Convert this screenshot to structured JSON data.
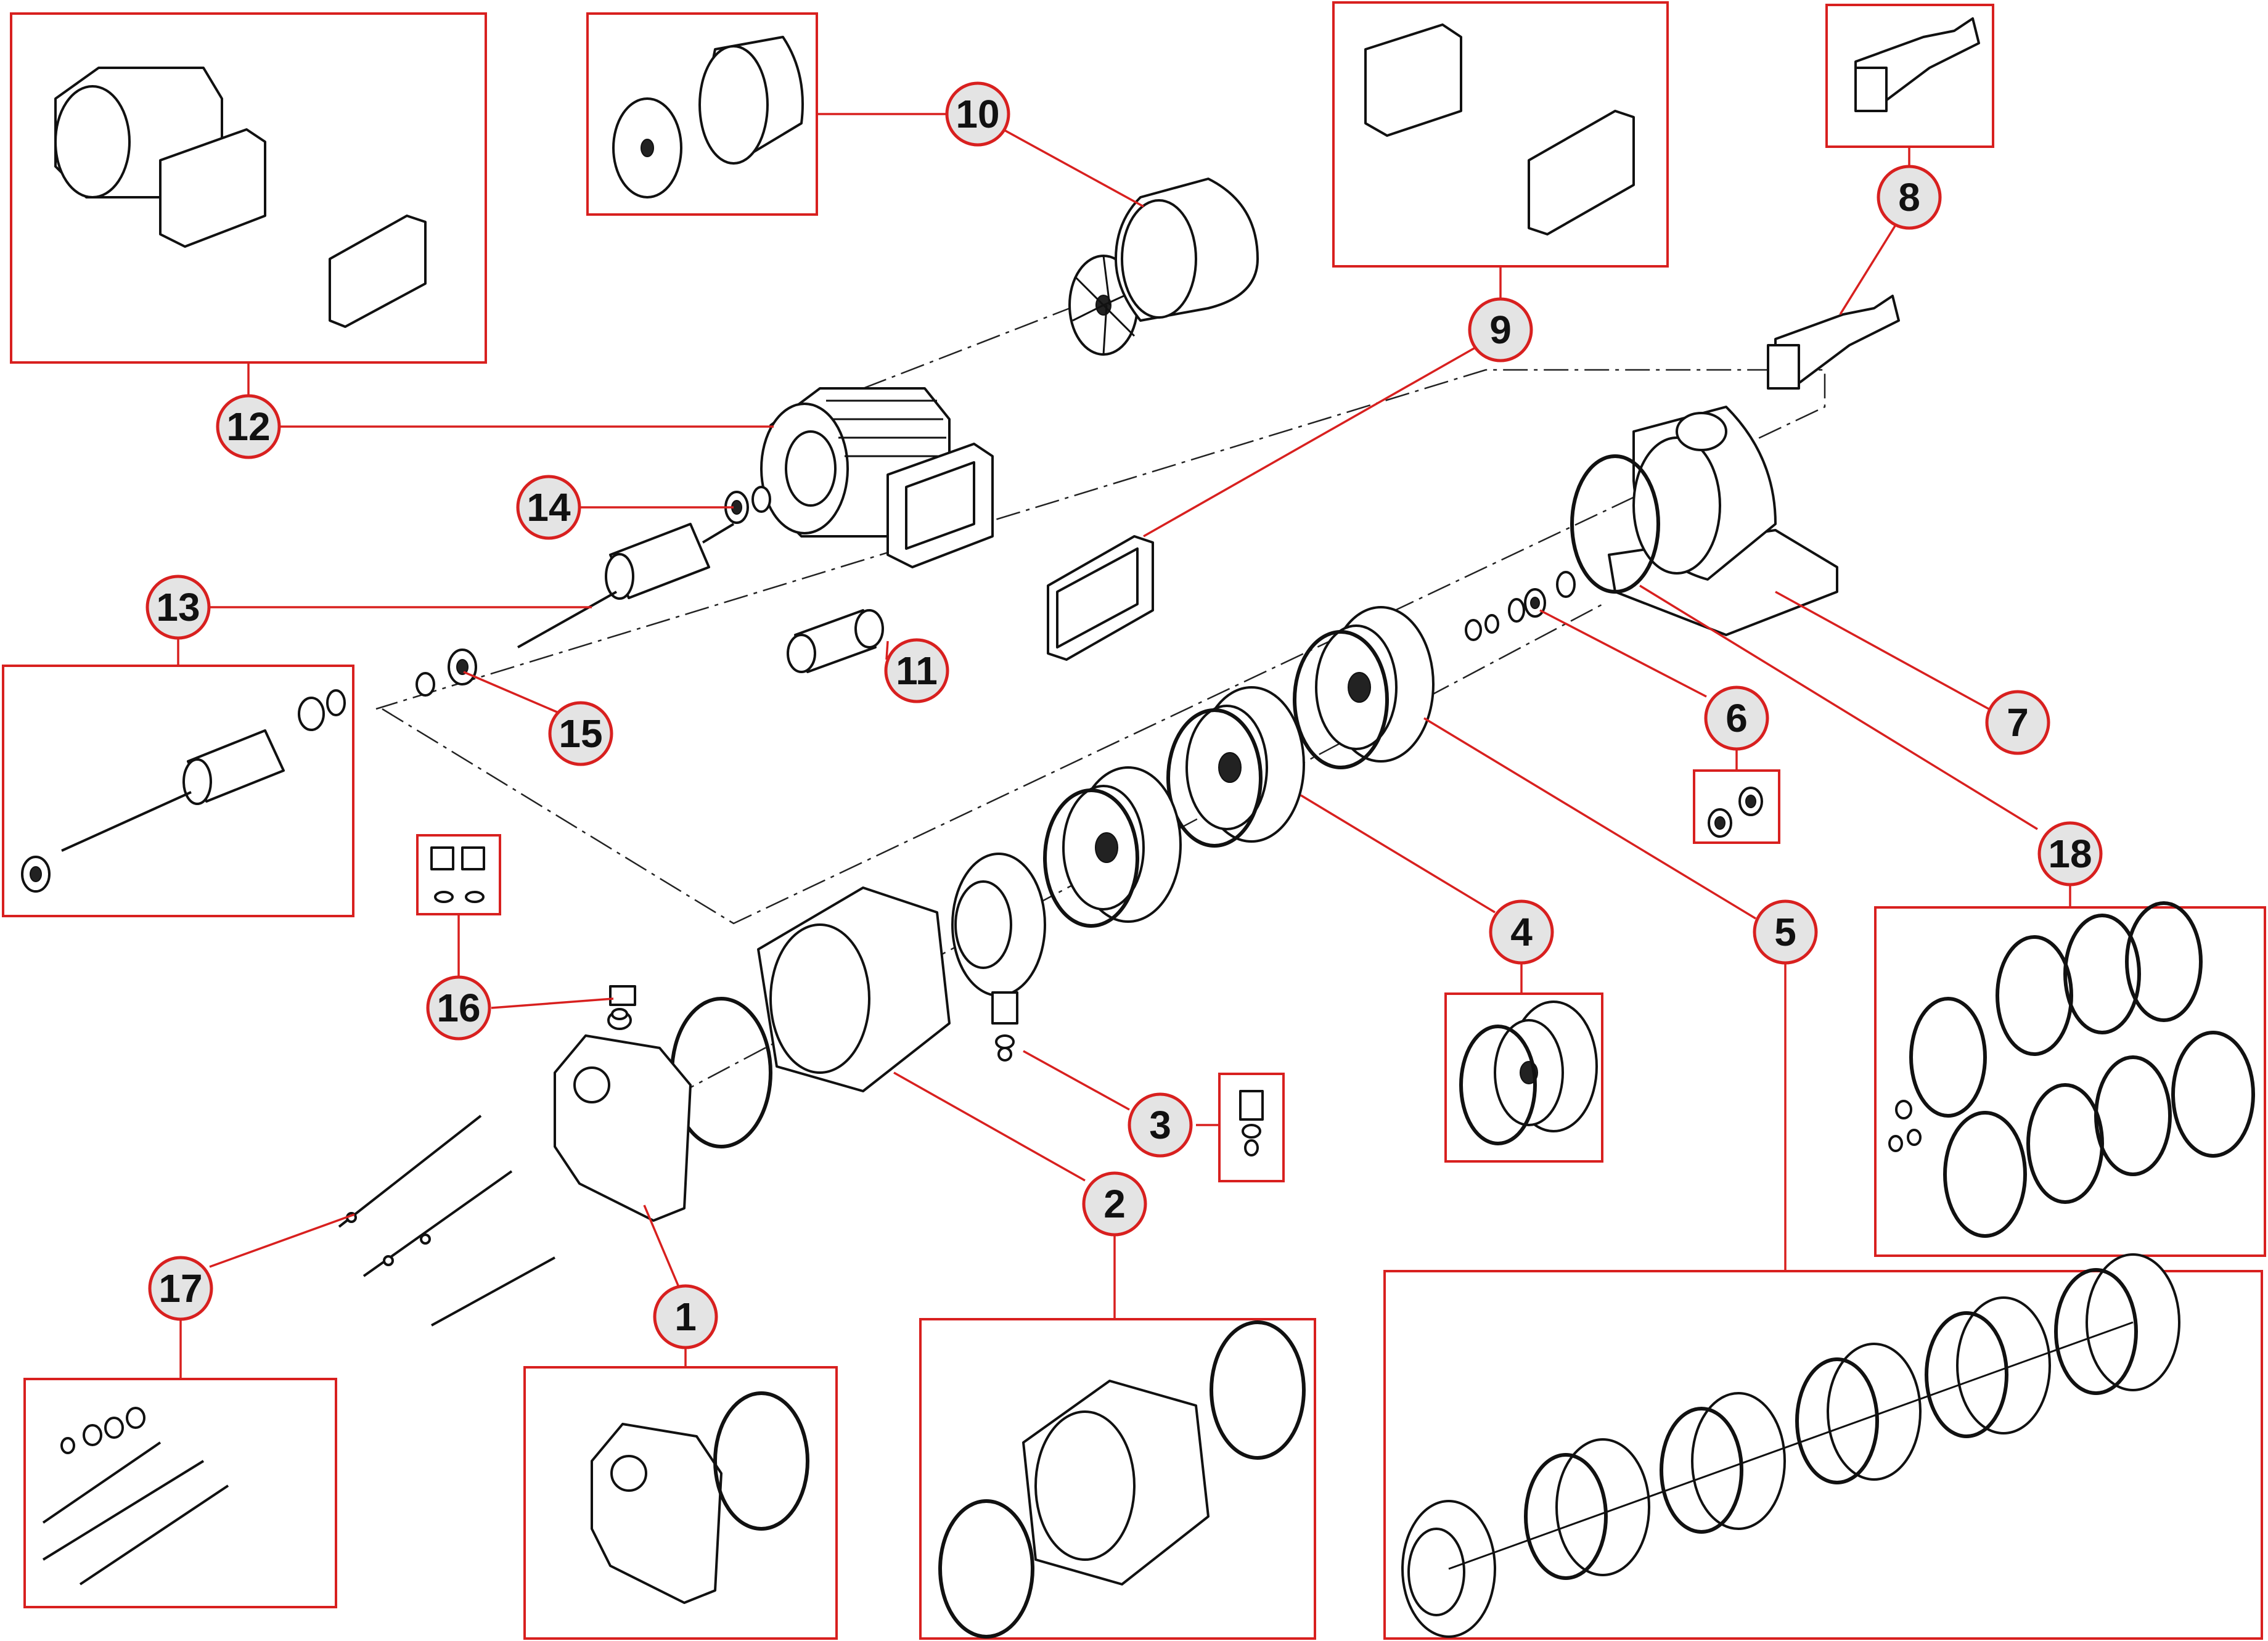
{
  "diagram": {
    "callouts": [
      {
        "id": "1",
        "label": "1"
      },
      {
        "id": "2",
        "label": "2"
      },
      {
        "id": "3",
        "label": "3"
      },
      {
        "id": "4",
        "label": "4"
      },
      {
        "id": "5",
        "label": "5"
      },
      {
        "id": "6",
        "label": "6"
      },
      {
        "id": "7",
        "label": "7"
      },
      {
        "id": "8",
        "label": "8"
      },
      {
        "id": "9",
        "label": "9"
      },
      {
        "id": "10",
        "label": "10"
      },
      {
        "id": "11",
        "label": "11"
      },
      {
        "id": "12",
        "label": "12"
      },
      {
        "id": "13",
        "label": "13"
      },
      {
        "id": "14",
        "label": "14"
      },
      {
        "id": "15",
        "label": "15"
      },
      {
        "id": "16",
        "label": "16"
      },
      {
        "id": "17",
        "label": "17"
      },
      {
        "id": "18",
        "label": "18"
      }
    ],
    "colors": {
      "callout_border": "#d8201f",
      "callout_fill": "#e4e4e4",
      "leader_line": "#d8201f",
      "drawing_line": "#111111",
      "background": "#ffffff"
    }
  }
}
